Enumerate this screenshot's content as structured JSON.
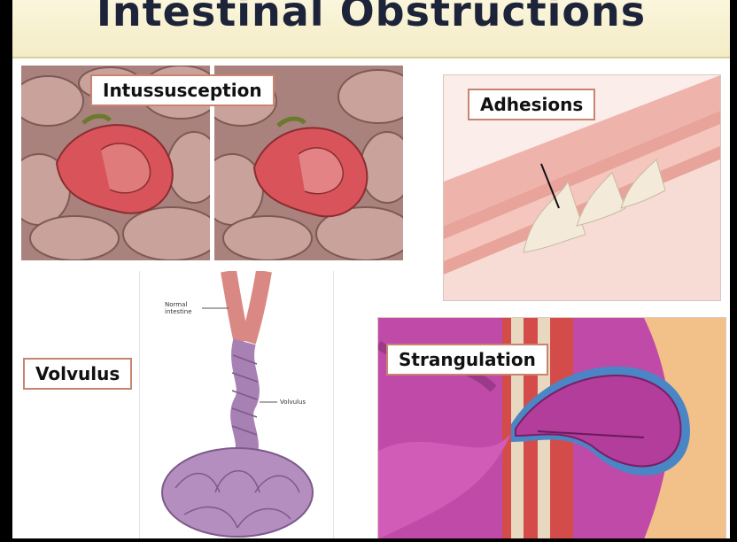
{
  "title": "Intestinal Obstructions",
  "labels": {
    "intussusception": "Intussusception",
    "adhesions": "Adhesions",
    "volvulus": "Volvulus",
    "strangulation": "Strangulation"
  },
  "volvulus_figure": {
    "normal_intestine": [
      "Normal",
      "intestine"
    ],
    "volvulus": "Volvulus"
  },
  "colors": {
    "title_text": "#1d2338",
    "title_bar": "#f3ecc6",
    "label_border": "#c9846f",
    "intestine_pink": "#c99a92",
    "inflamed_red": "#d9545a",
    "volvulus_purple": "#b58ec0",
    "strangulation_magenta": "#b23d9a"
  }
}
